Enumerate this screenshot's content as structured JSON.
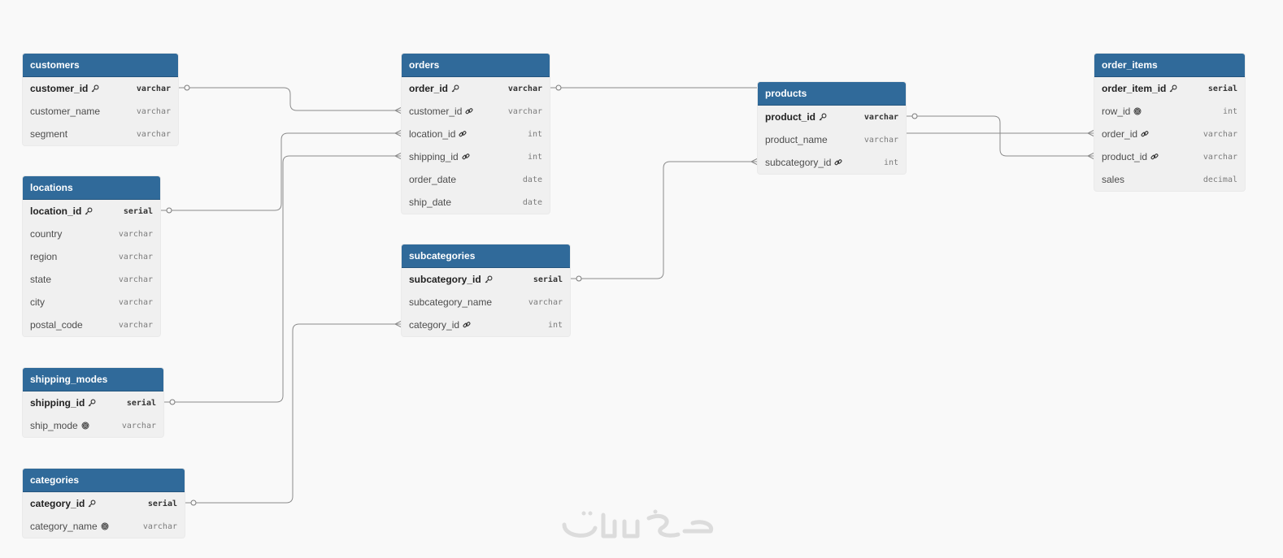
{
  "colors": {
    "header": "#306a9a",
    "body": "#f0f0f0",
    "line": "#8c8c8c",
    "canvas": "#f9f9f9"
  },
  "tables": [
    {
      "id": "customers",
      "name": "customers",
      "columns": [
        {
          "name": "customer_id",
          "type": "varchar",
          "pk": true,
          "icon": "key-icon"
        },
        {
          "name": "customer_name",
          "type": "varchar"
        },
        {
          "name": "segment",
          "type": "varchar"
        }
      ]
    },
    {
      "id": "locations",
      "name": "locations",
      "columns": [
        {
          "name": "location_id",
          "type": "serial",
          "pk": true,
          "icon": "key-icon"
        },
        {
          "name": "country",
          "type": "varchar"
        },
        {
          "name": "region",
          "type": "varchar"
        },
        {
          "name": "state",
          "type": "varchar"
        },
        {
          "name": "city",
          "type": "varchar"
        },
        {
          "name": "postal_code",
          "type": "varchar"
        }
      ]
    },
    {
      "id": "shipping_modes",
      "name": "shipping_modes",
      "columns": [
        {
          "name": "shipping_id",
          "type": "serial",
          "pk": true,
          "icon": "key-icon"
        },
        {
          "name": "ship_mode",
          "type": "varchar",
          "icon": "fingerprint-icon"
        }
      ]
    },
    {
      "id": "categories",
      "name": "categories",
      "columns": [
        {
          "name": "category_id",
          "type": "serial",
          "pk": true,
          "icon": "key-icon"
        },
        {
          "name": "category_name",
          "type": "varchar",
          "icon": "fingerprint-icon"
        }
      ]
    },
    {
      "id": "orders",
      "name": "orders",
      "columns": [
        {
          "name": "order_id",
          "type": "varchar",
          "pk": true,
          "icon": "key-icon"
        },
        {
          "name": "customer_id",
          "type": "varchar",
          "icon": "link-icon"
        },
        {
          "name": "location_id",
          "type": "int",
          "icon": "link-icon"
        },
        {
          "name": "shipping_id",
          "type": "int",
          "icon": "link-icon"
        },
        {
          "name": "order_date",
          "type": "date"
        },
        {
          "name": "ship_date",
          "type": "date"
        }
      ]
    },
    {
      "id": "subcategories",
      "name": "subcategories",
      "columns": [
        {
          "name": "subcategory_id",
          "type": "serial",
          "pk": true,
          "icon": "key-icon"
        },
        {
          "name": "subcategory_name",
          "type": "varchar"
        },
        {
          "name": "category_id",
          "type": "int",
          "icon": "link-icon"
        }
      ]
    },
    {
      "id": "products",
      "name": "products",
      "columns": [
        {
          "name": "product_id",
          "type": "varchar",
          "pk": true,
          "icon": "key-icon"
        },
        {
          "name": "product_name",
          "type": "varchar"
        },
        {
          "name": "subcategory_id",
          "type": "int",
          "icon": "link-icon"
        }
      ]
    },
    {
      "id": "order_items",
      "name": "order_items",
      "columns": [
        {
          "name": "order_item_id",
          "type": "serial",
          "pk": true,
          "icon": "key-icon"
        },
        {
          "name": "row_id",
          "type": "int",
          "icon": "fingerprint-icon"
        },
        {
          "name": "order_id",
          "type": "varchar",
          "icon": "link-icon"
        },
        {
          "name": "product_id",
          "type": "varchar",
          "icon": "link-icon"
        },
        {
          "name": "sales",
          "type": "decimal"
        }
      ]
    }
  ],
  "relations": [
    {
      "from": "customers.customer_id",
      "to": "orders.customer_id",
      "cardinality": "one-to-many"
    },
    {
      "from": "locations.location_id",
      "to": "orders.location_id",
      "cardinality": "one-to-many"
    },
    {
      "from": "shipping_modes.shipping_id",
      "to": "orders.shipping_id",
      "cardinality": "one-to-many"
    },
    {
      "from": "categories.category_id",
      "to": "subcategories.category_id",
      "cardinality": "one-to-many"
    },
    {
      "from": "subcategories.subcategory_id",
      "to": "products.subcategory_id",
      "cardinality": "one-to-many"
    },
    {
      "from": "orders.order_id",
      "to": "order_items.order_id",
      "cardinality": "one-to-many"
    },
    {
      "from": "products.product_id",
      "to": "order_items.product_id",
      "cardinality": "one-to-many"
    }
  ],
  "watermark": "خمسات"
}
